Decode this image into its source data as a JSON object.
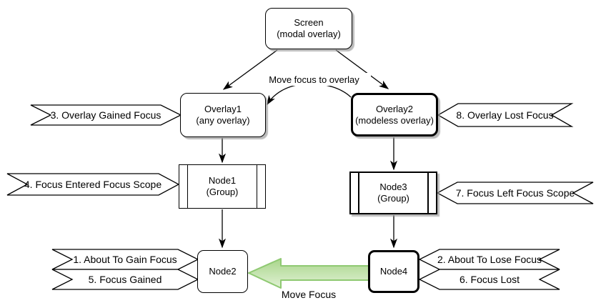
{
  "diagram": {
    "nodes": {
      "screen": {
        "title": "Screen",
        "subtitle": "(modal overlay)"
      },
      "overlay1": {
        "title": "Overlay1",
        "subtitle": "(any overlay)"
      },
      "overlay2": {
        "title": "Overlay2",
        "subtitle": "(modeless overlay)"
      },
      "node1": {
        "title": "Node1",
        "subtitle": "(Group)"
      },
      "node3": {
        "title": "Node3",
        "subtitle": "(Group)"
      },
      "node2": {
        "title": "Node2"
      },
      "node4": {
        "title": "Node4"
      }
    },
    "banners": {
      "about_to_gain_focus": "1. About To Gain Focus",
      "about_to_lose_focus": "2. About To Lose Focus",
      "overlay_gained_focus": "3. Overlay Gained Focus",
      "focus_entered_focus_scope": "4. Focus Entered Focus Scope",
      "focus_gained": "5. Focus Gained",
      "focus_lost": "6. Focus Lost",
      "focus_left_focus_scope": "7. Focus Left Focus Scope",
      "overlay_lost_focus": "8. Overlay Lost Focus"
    },
    "edge_labels": {
      "move_focus_to_overlay": "Move focus to overlay",
      "move_focus": "Move Focus"
    },
    "colors": {
      "shape_stroke": "#000000",
      "move_focus_arrow_stroke": "#8fc972",
      "move_focus_arrow_fill_top": "#a9d68b",
      "move_focus_arrow_fill_bottom": "#e1f1d5"
    }
  }
}
